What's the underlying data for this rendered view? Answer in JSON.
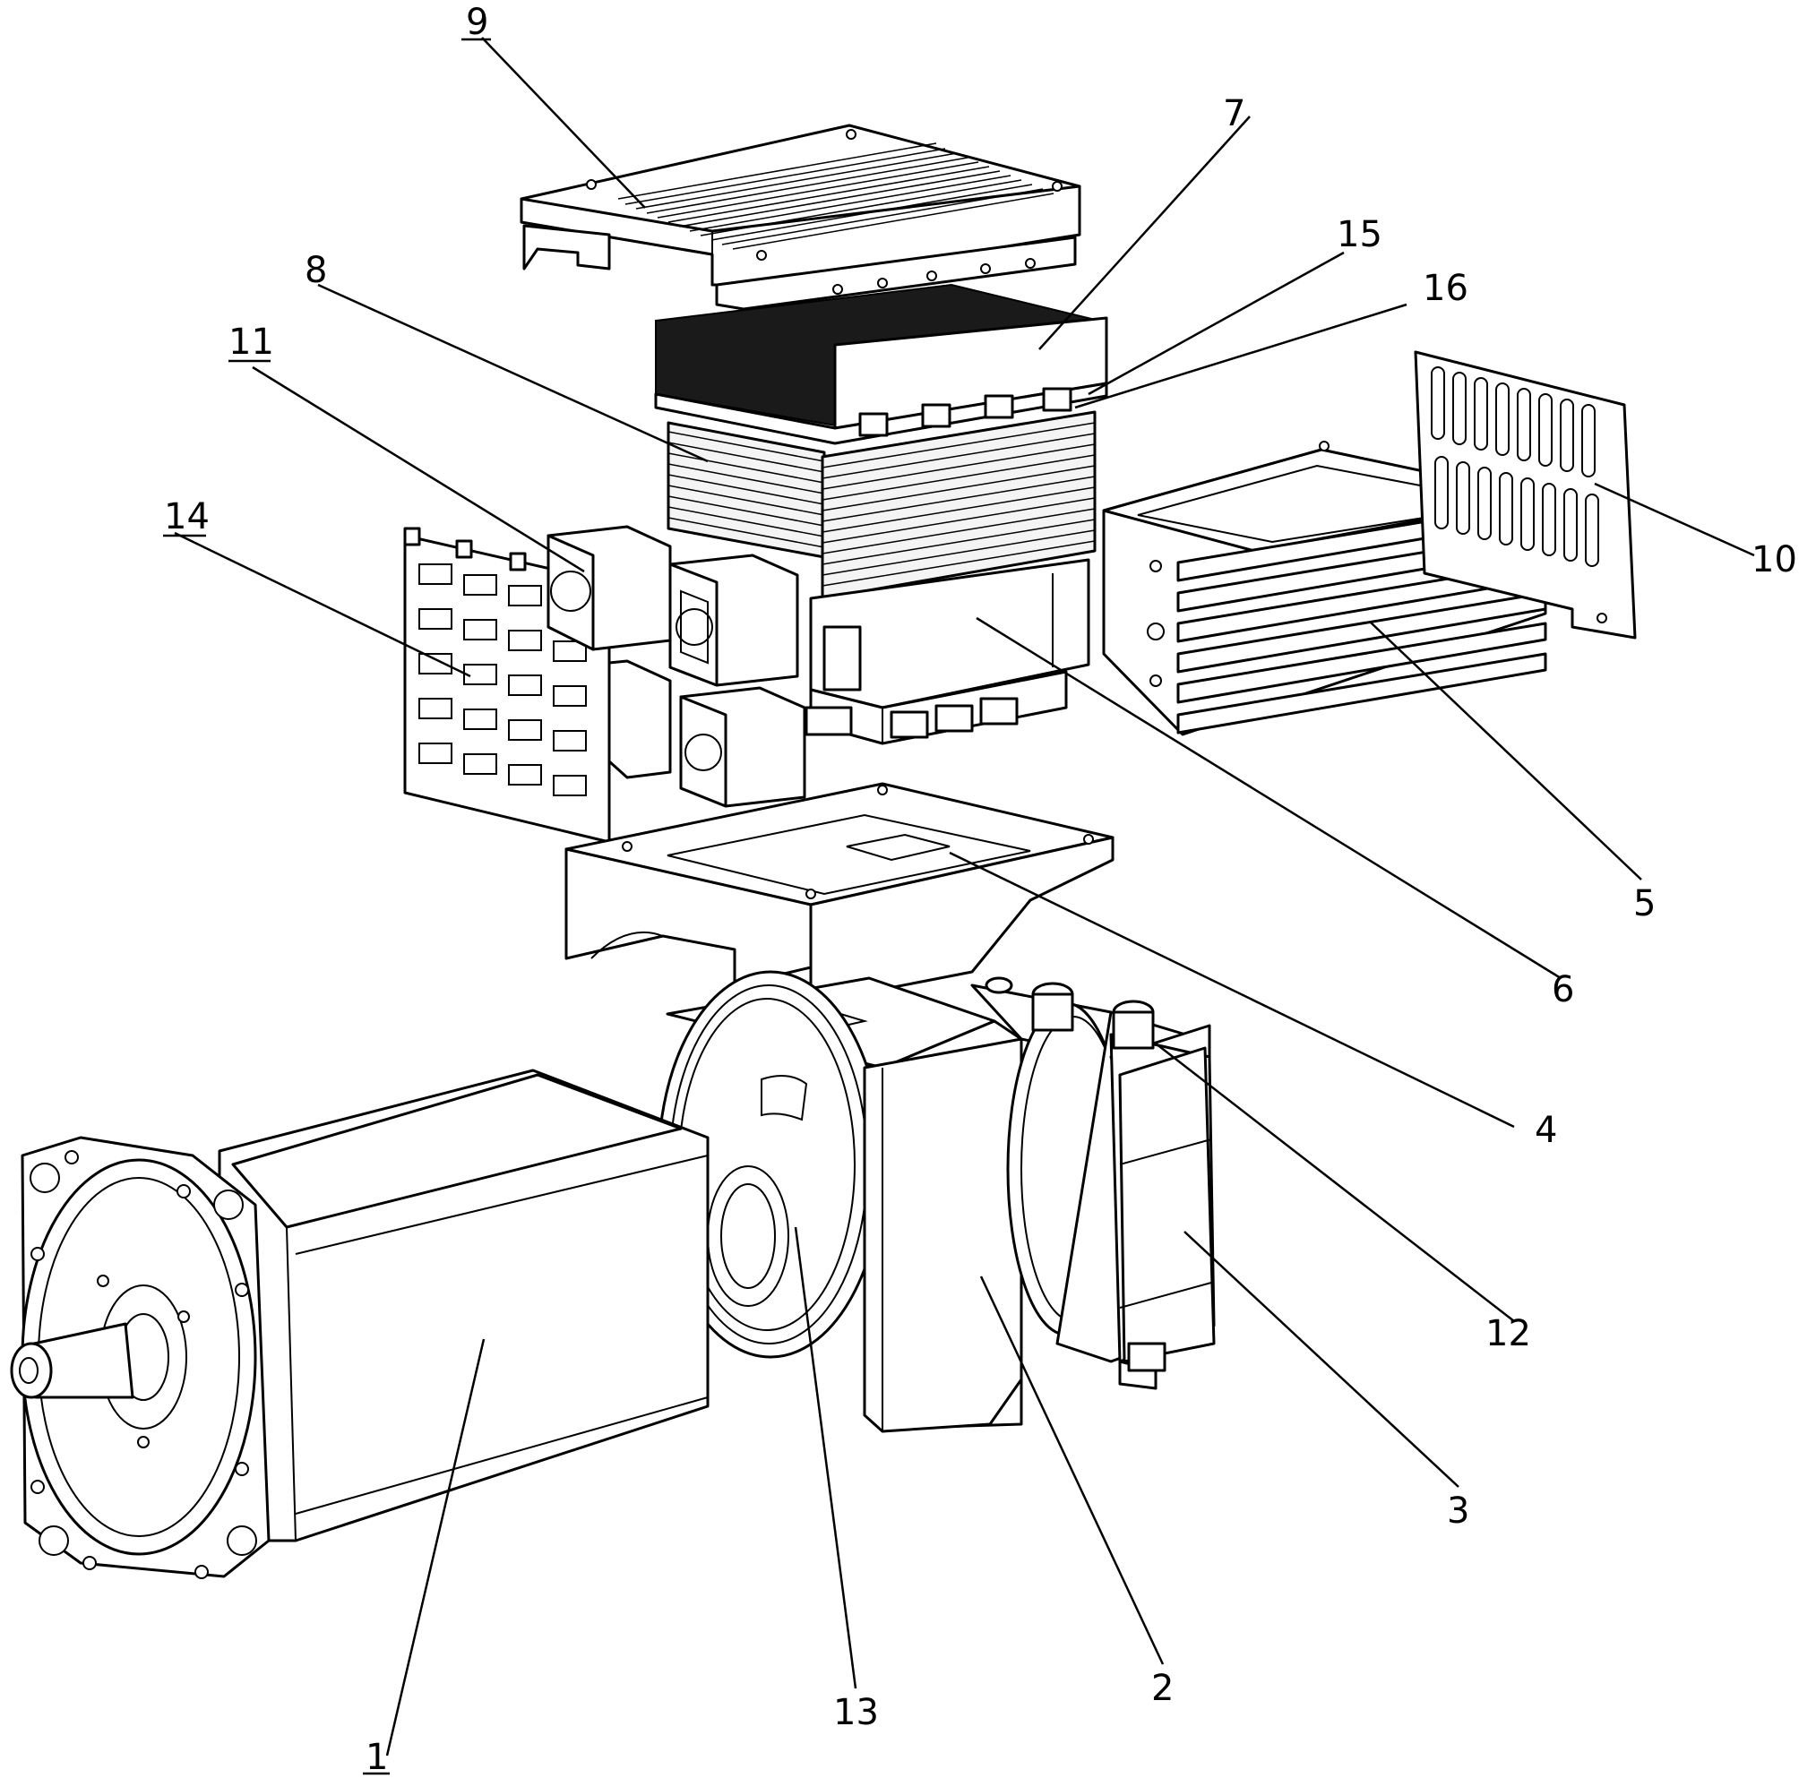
{
  "figure": {
    "callouts": [
      {
        "id": "1",
        "label": "1",
        "underlined": true
      },
      {
        "id": "2",
        "label": "2",
        "underlined": false
      },
      {
        "id": "3",
        "label": "3",
        "underlined": false
      },
      {
        "id": "4",
        "label": "4",
        "underlined": false
      },
      {
        "id": "5",
        "label": "5",
        "underlined": false
      },
      {
        "id": "6",
        "label": "6",
        "underlined": false
      },
      {
        "id": "7",
        "label": "7",
        "underlined": false
      },
      {
        "id": "8",
        "label": "8",
        "underlined": false
      },
      {
        "id": "9",
        "label": "9",
        "underlined": true
      },
      {
        "id": "10",
        "label": "10",
        "underlined": false
      },
      {
        "id": "11",
        "label": "11",
        "underlined": true
      },
      {
        "id": "12",
        "label": "12",
        "underlined": false
      },
      {
        "id": "13",
        "label": "13",
        "underlined": false
      },
      {
        "id": "14",
        "label": "14",
        "underlined": true
      },
      {
        "id": "15",
        "label": "15",
        "underlined": false
      },
      {
        "id": "16",
        "label": "16",
        "underlined": false
      }
    ]
  }
}
